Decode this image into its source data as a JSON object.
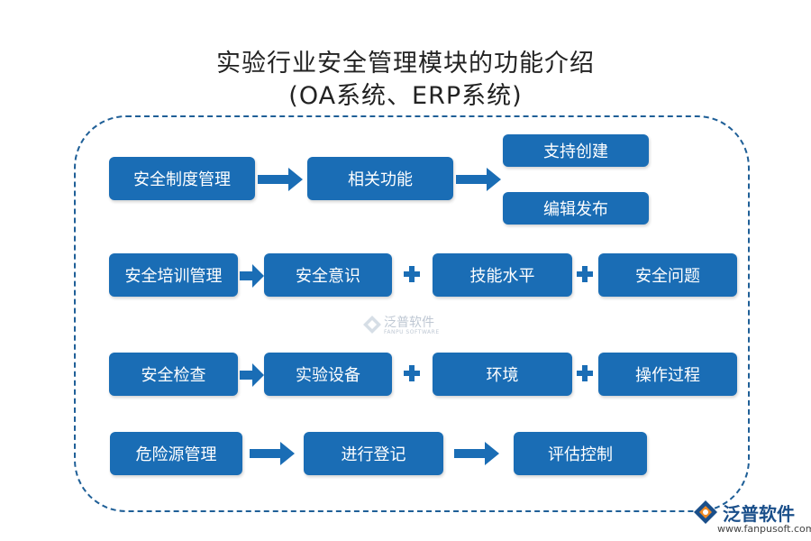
{
  "title": {
    "line1": "实验行业安全管理模块的功能介绍",
    "line2": "(OA系统、ERP系统)"
  },
  "rows": {
    "row1": {
      "main": "安全制度管理",
      "mid": "相关功能",
      "branch_top": "支持创建",
      "branch_bottom": "编辑发布"
    },
    "row2": {
      "main": "安全培训管理",
      "a": "安全意识",
      "b": "技能水平",
      "c": "安全问题"
    },
    "row3": {
      "main": "安全检查",
      "a": "实验设备",
      "b": "环境",
      "c": "操作过程"
    },
    "row4": {
      "main": "危险源管理",
      "a": "进行登记",
      "b": "评估控制"
    }
  },
  "watermark": {
    "text": "泛普软件",
    "sub": "FANPU SOFTWARE"
  },
  "brand": {
    "name": "泛普软件",
    "url": "www.fanpusoft.com"
  },
  "colors": {
    "box": "#1a6db5",
    "frame": "#1f5f97",
    "text_light": "#ffffff"
  }
}
